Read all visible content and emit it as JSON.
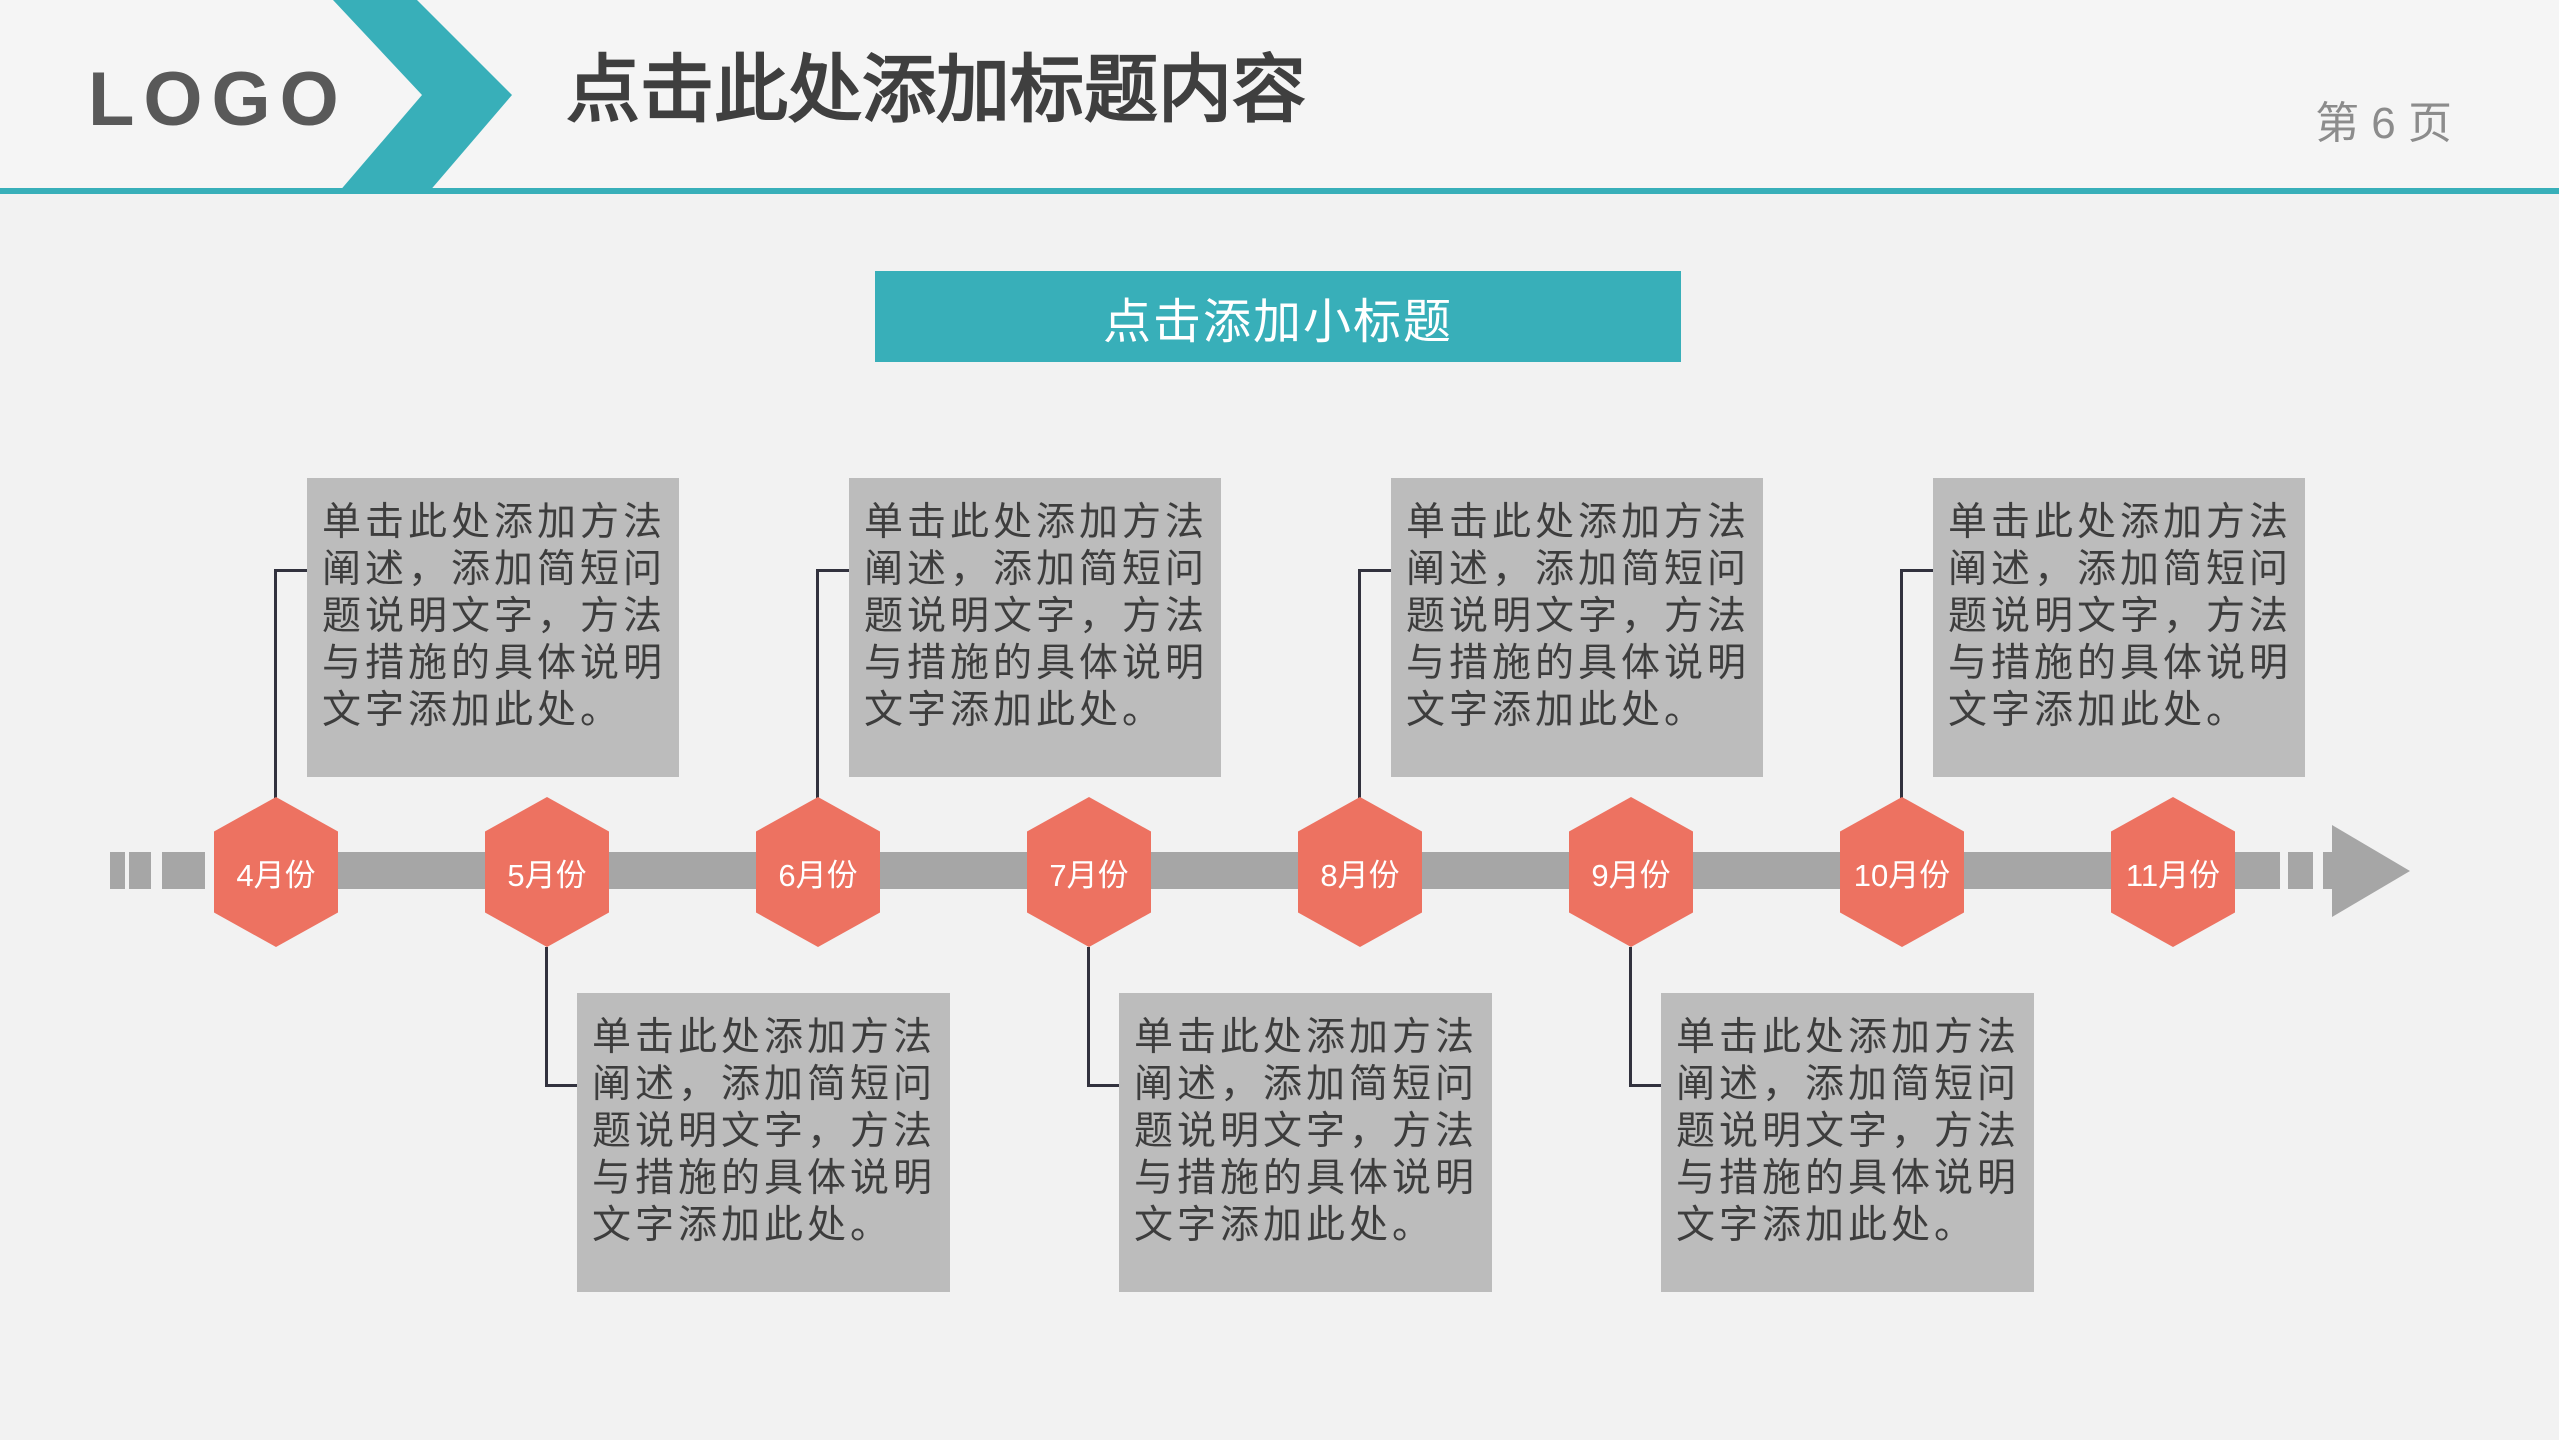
{
  "header": {
    "logo": "LOGO",
    "title": "点击此处添加标题内容",
    "page_number": "第 6 页"
  },
  "subtitle": {
    "label": "点击添加小标题"
  },
  "timeline": {
    "months": [
      {
        "label": "4月份"
      },
      {
        "label": "5月份"
      },
      {
        "label": "6月份"
      },
      {
        "label": "7月份"
      },
      {
        "label": "8月份"
      },
      {
        "label": "9月份"
      },
      {
        "label": "10月份"
      },
      {
        "label": "11月份"
      }
    ],
    "note_lines": [
      "单击此处添加方法",
      "阐述，添加简短问",
      "题说明文字，方法",
      "与措施的具体说明",
      "文字添加此处。"
    ]
  },
  "colors": {
    "teal": "#38afb9",
    "salmon": "#ed7261",
    "bar_gray": "#a6a6a6",
    "box_gray": "#bcbcbc",
    "title_dark": "#3f3f3f",
    "connector_dark": "#32323e",
    "background": "#f2f2f2"
  }
}
